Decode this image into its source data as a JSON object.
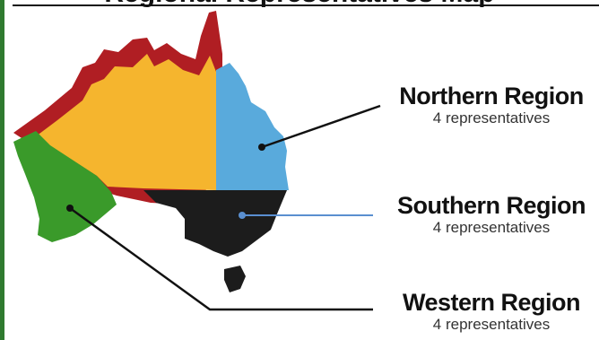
{
  "title": "Regional Representatives Map",
  "colors": {
    "frame": "#2f7a2f",
    "outline": "#b01e23",
    "central": "#f5b52e",
    "northern": "#59aadc",
    "southern": "#1c1c1c",
    "western": "#3a9a2a",
    "connector_dark": "#111111",
    "connector_blue": "#5a8fd0"
  },
  "regions": {
    "northern": {
      "name": "Northern Region",
      "detail": "4 representatives"
    },
    "southern": {
      "name": "Southern Region",
      "detail": "4 representatives"
    },
    "western": {
      "name": "Western Region",
      "detail": "4 representatives"
    }
  }
}
